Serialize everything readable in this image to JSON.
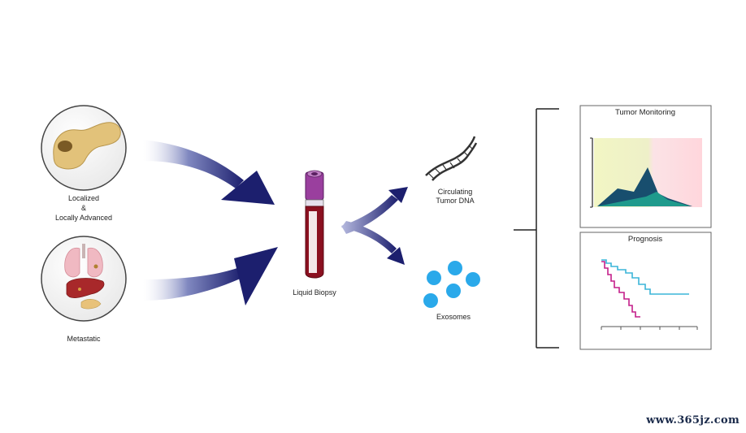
{
  "labels": {
    "localized": "Localized",
    "ampersand": "&",
    "locally_advanced": "Locally Advanced",
    "metastatic": "Metastatic",
    "liquid_biopsy": "Liquid Biopsy",
    "circulating": "Circulating",
    "tumor_dna": "Tumor DNA",
    "exosomes": "Exosomes"
  },
  "panels": {
    "monitoring_title": "Tumor Monitoring",
    "prognosis_title": "Prognosis"
  },
  "icons": {
    "pancreas": "pancreas-icon",
    "organs": "organs-icon",
    "tube": "blood-tube-icon",
    "dna": "dna-helix-icon",
    "exosome": "exosome-icon"
  },
  "colors": {
    "arrow": "#1c1f6e",
    "blood": "#8b1020",
    "tube_cap": "#9a3f9e",
    "exosome": "#2aa9ea",
    "monitor_dark": "#184e6e",
    "monitor_teal": "#1f9a8c",
    "prognosis_magenta": "#c41f8a",
    "prognosis_cyan": "#3bb5d8"
  },
  "watermark": "www.365jz.com"
}
